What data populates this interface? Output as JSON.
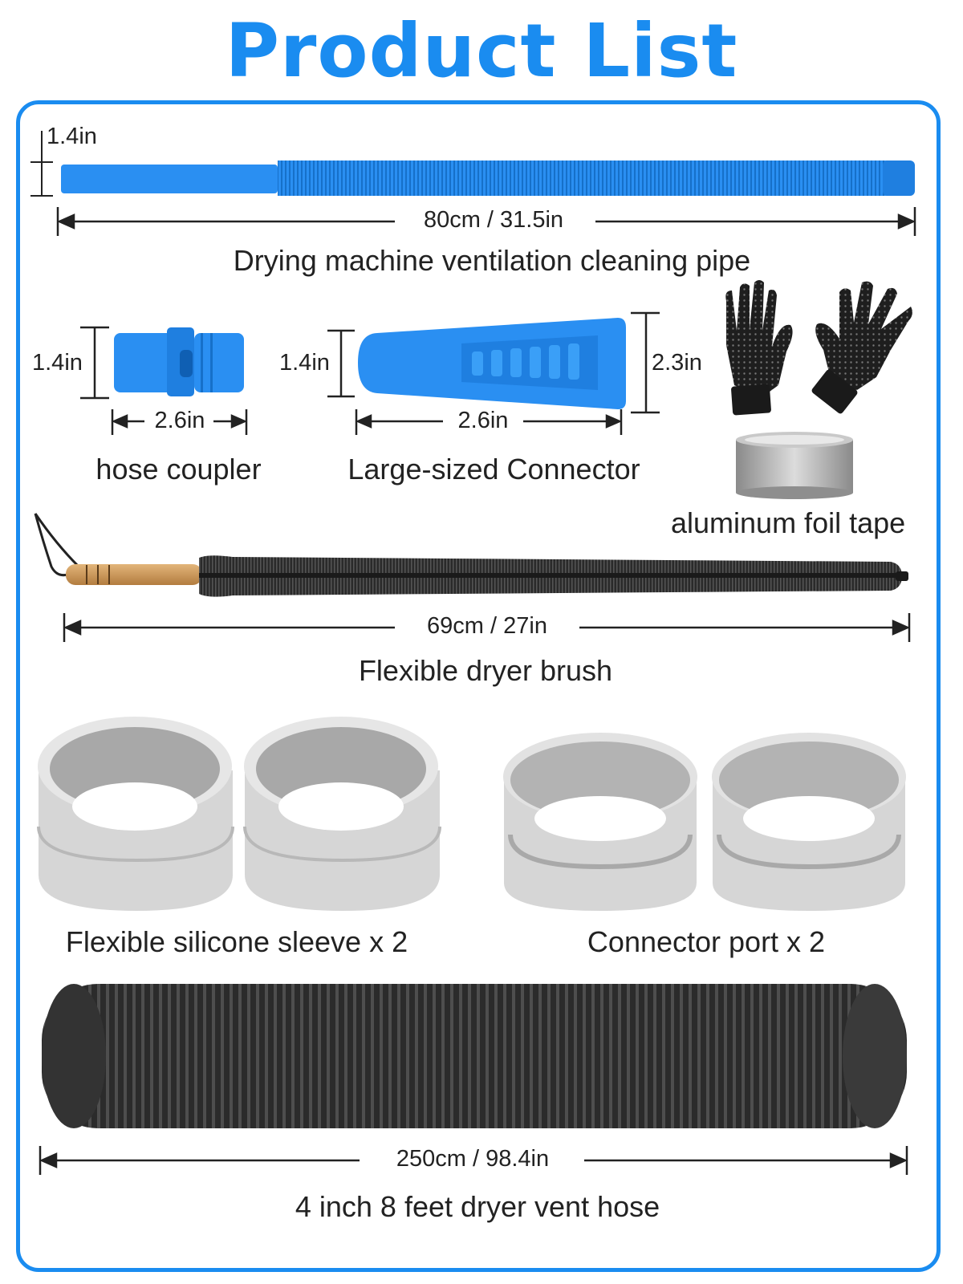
{
  "title": "Product List",
  "colors": {
    "accent": "#1a8cf0",
    "pipe_blue": "#2a8ff2",
    "hose_dark": "#2b2b2b",
    "part_gray": "#d6d6d6"
  },
  "items": {
    "pipe": {
      "label": "Drying machine ventilation cleaning pipe",
      "length": "80cm / 31.5in",
      "diameter": "1.4in"
    },
    "coupler": {
      "label": "hose coupler",
      "height": "1.4in",
      "width": "2.6in"
    },
    "connector": {
      "label": "Large-sized Connector",
      "height_small": "1.4in",
      "height_large": "2.3in",
      "width": "2.6in"
    },
    "tape": {
      "label": "aluminum foil tape"
    },
    "brush": {
      "label": "Flexible dryer brush",
      "length": "69cm / 27in"
    },
    "sleeve": {
      "label": "Flexible silicone sleeve x 2"
    },
    "port": {
      "label": "Connector port x 2"
    },
    "hose": {
      "label": "4 inch 8 feet dryer vent hose",
      "length": "250cm / 98.4in"
    }
  }
}
